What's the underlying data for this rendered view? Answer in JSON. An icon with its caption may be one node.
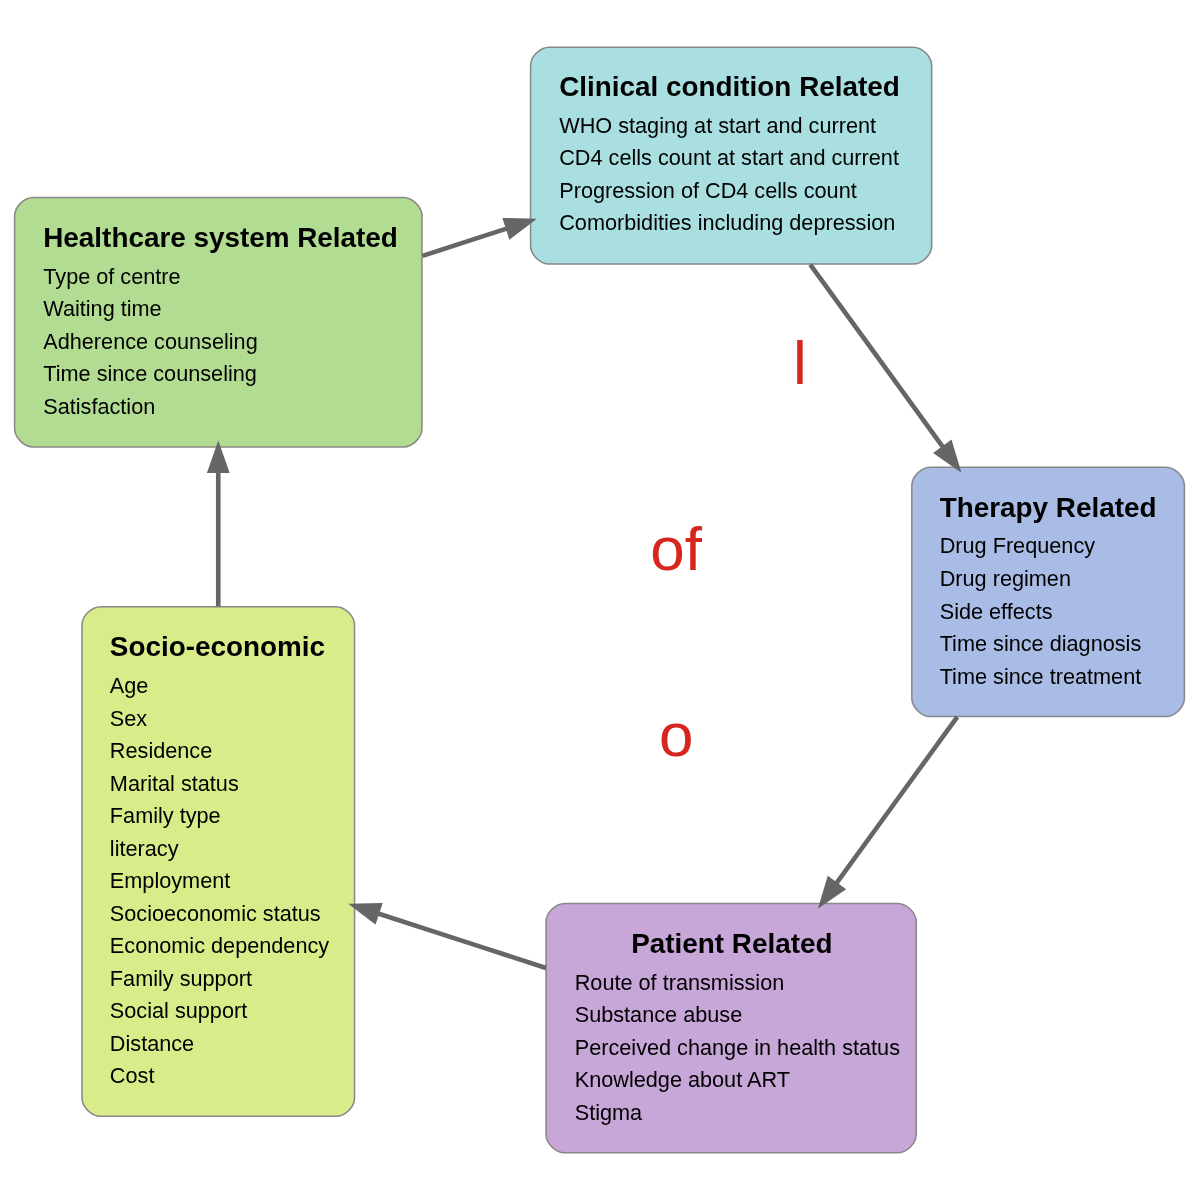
{
  "diagram": {
    "nodes": [
      {
        "text": [
          "Patient Related",
          "Route of transmission",
          "Substance abuse",
          "Perceived change in health status",
          "Knowledge about ART",
          "Stigma"
        ]
      },
      {
        "text": [
          "Socio-economic",
          "Age",
          "Sex",
          "Residence",
          "Marital status",
          "Family type",
          "literacy",
          "Employment",
          "Socioeconomic status",
          "Economic dependency",
          "Family support",
          "Social support",
          "Distance",
          "Cost"
        ]
      },
      {
        "text": [
          "Healthcare system Related",
          "Type of centre",
          "Waiting time",
          "Adherence counseling",
          "Time since counseling",
          "Satisfaction"
        ]
      },
      {
        "text": [
          "Clinical condition Related",
          "WHO staging at start and current",
          "CD4 cells count at start and current",
          "Progression of CD4 cells count",
          "Comorbidities including depression"
        ]
      },
      {
        "text": [
          "Therapy Related",
          "Drug Frequency",
          "Drug regimen",
          "Side effects",
          "Time since diagnosis",
          "Time since treatment"
        ]
      }
    ],
    "edges": [
      {
        "from": 0,
        "to": 1,
        "arrow": "to"
      },
      {
        "from": 1,
        "to": 2,
        "arrow": "to"
      },
      {
        "from": 2,
        "to": 3,
        "arrow": "to"
      },
      {
        "from": 3,
        "to": 4,
        "arrow": "to"
      },
      {
        "from": 4,
        "to": 0,
        "arrow": "to"
      }
    ],
    "labels": [
      "of",
      "o",
      "l"
    ]
  }
}
